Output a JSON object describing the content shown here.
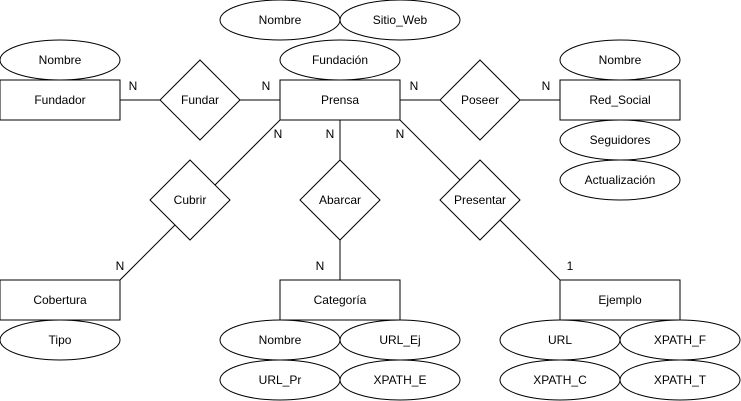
{
  "entities": {
    "prensa": "Prensa",
    "fundador": "Fundador",
    "red_social": "Red_Social",
    "cobertura": "Cobertura",
    "categoria": "Categoría",
    "ejemplo": "Ejemplo"
  },
  "relationships": {
    "fundar": "Fundar",
    "poseer": "Poseer",
    "cubrir": "Cubrir",
    "abarcar": "Abarcar",
    "presentar": "Presentar"
  },
  "attributes": {
    "prensa_nombre": "Nombre",
    "prensa_sitio_web": "Sitio_Web",
    "prensa_fundacion": "Fundación",
    "fundador_nombre": "Nombre",
    "red_social_nombre": "Nombre",
    "red_social_seguidores": "Seguidores",
    "red_social_actualizacion": "Actualización",
    "cobertura_tipo": "Tipo",
    "categoria_nombre": "Nombre",
    "categoria_url_ej": "URL_Ej",
    "categoria_url_pr": "URL_Pr",
    "categoria_xpath_e": "XPATH_E",
    "ejemplo_url": "URL",
    "ejemplo_xpath_f": "XPATH_F",
    "ejemplo_xpath_c": "XPATH_C",
    "ejemplo_xpath_t": "XPATH_T"
  },
  "cardinalities": {
    "fundar_fundador": "N",
    "fundar_prensa": "N",
    "poseer_prensa": "N",
    "poseer_red_social": "N",
    "cubrir_prensa": "N",
    "cubrir_cobertura": "N",
    "abarcar_prensa": "N",
    "abarcar_categoria": "N",
    "presentar_prensa": "N",
    "presentar_ejemplo": "1"
  }
}
